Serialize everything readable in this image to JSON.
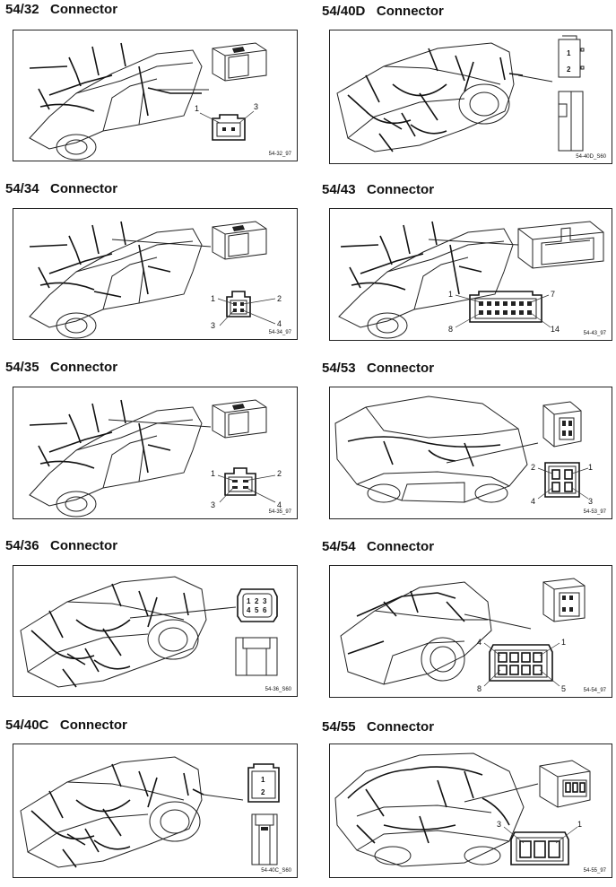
{
  "panels": [
    {
      "title": "54/32   Connector",
      "code": "54-32_97",
      "pins": [
        "1",
        "3"
      ]
    },
    {
      "title": "54/40D   Connector",
      "code": "54-40D_S60",
      "pins": [
        "1",
        "2"
      ]
    },
    {
      "title": "54/34   Connector",
      "code": "54-34_97",
      "pins": [
        "1",
        "2",
        "3",
        "4"
      ]
    },
    {
      "title": "54/43   Connector",
      "code": "54-43_97",
      "pins": [
        "1",
        "7",
        "8",
        "14"
      ]
    },
    {
      "title": "54/35   Connector",
      "code": "54-35_97",
      "pins": [
        "1",
        "2",
        "3",
        "4"
      ]
    },
    {
      "title": "54/53   Connector",
      "code": "54-53_97",
      "pins": [
        "2",
        "1",
        "4",
        "3"
      ]
    },
    {
      "title": "54/36   Connector",
      "code": "54-36_S60",
      "pins": [
        "1",
        "2",
        "3",
        "4",
        "5",
        "6"
      ]
    },
    {
      "title": "54/54   Connector",
      "code": "54-54_97",
      "pins": [
        "4",
        "1",
        "8",
        "5"
      ]
    },
    {
      "title": "54/40C   Connector",
      "code": "54-40C_S60",
      "pins": [
        "1",
        "2"
      ]
    },
    {
      "title": "54/55   Connector",
      "code": "54-55_97",
      "pins": [
        "3",
        "1"
      ]
    }
  ]
}
